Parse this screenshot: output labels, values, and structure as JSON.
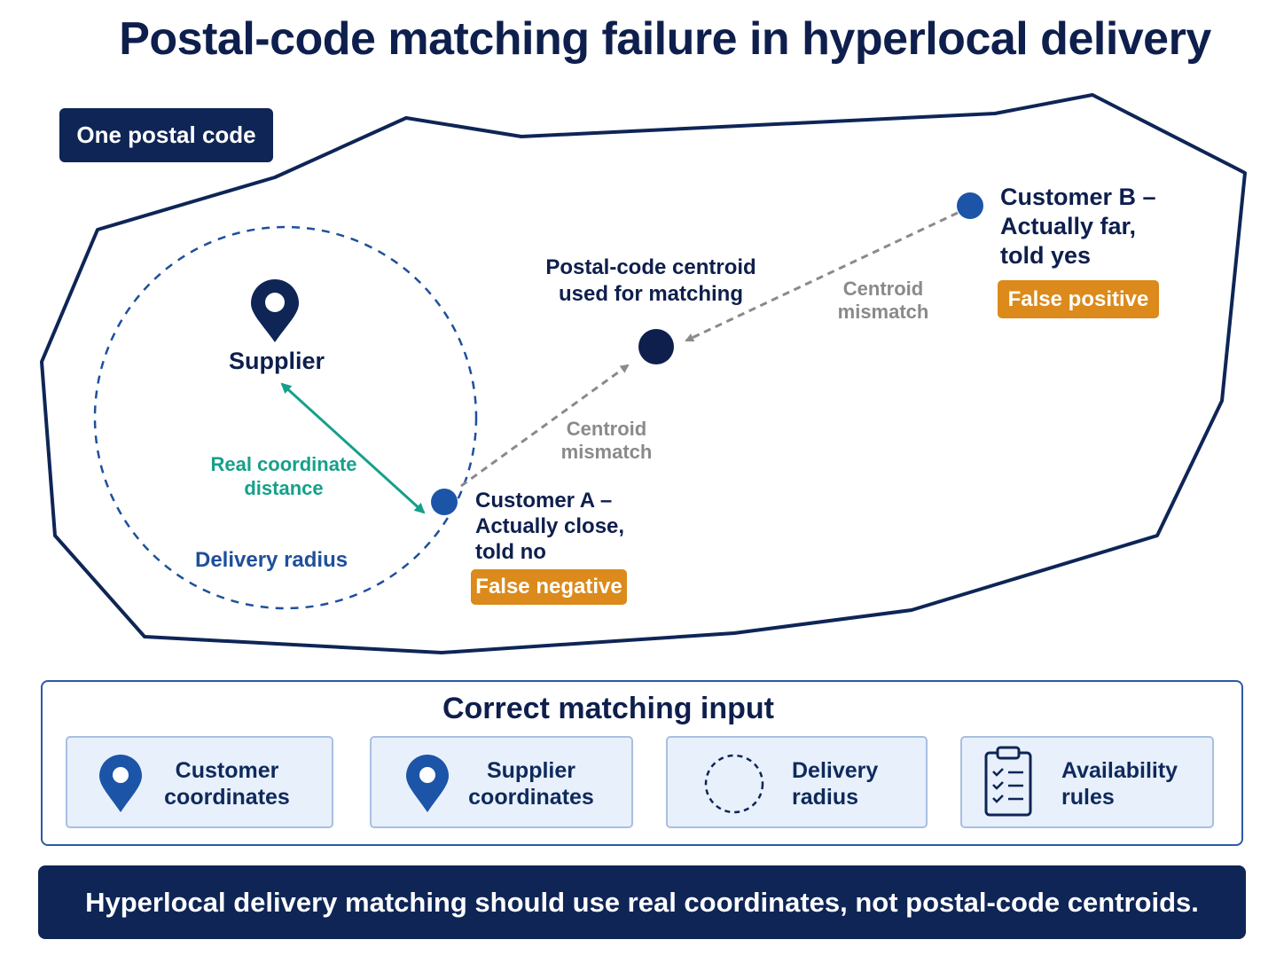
{
  "title": "Postal-code matching failure in hyperlocal delivery",
  "zone_badge": "One postal code",
  "diagram": {
    "supplier_label": "Supplier",
    "real_distance_label": [
      "Real coordinate",
      "distance"
    ],
    "delivery_radius_label": "Delivery radius",
    "centroid_label": [
      "Postal-code centroid",
      "used for matching"
    ],
    "mismatch_label_a": [
      "Centroid",
      "mismatch"
    ],
    "mismatch_label_b": [
      "Centroid",
      "mismatch"
    ],
    "customer_a": {
      "lines": [
        "Customer A –",
        "Actually close,",
        "told no"
      ],
      "tag": "False negative"
    },
    "customer_b": {
      "lines": [
        "Customer B –",
        "Actually far,",
        "told yes"
      ],
      "tag": "False positive"
    }
  },
  "panel": {
    "title": "Correct matching input",
    "cards": [
      {
        "icon": "pin-icon",
        "lines": [
          "Customer",
          "coordinates"
        ]
      },
      {
        "icon": "pin-icon",
        "lines": [
          "Supplier",
          "coordinates"
        ]
      },
      {
        "icon": "dashed-circle-icon",
        "lines": [
          "Delivery",
          "radius"
        ]
      },
      {
        "icon": "clipboard-checklist-icon",
        "lines": [
          "Availability",
          "rules"
        ]
      }
    ]
  },
  "footer": "Hyperlocal delivery matching should use real coordinates, not postal-code centroids.",
  "colors": {
    "navy": "#0e2556",
    "point_blue": "#1c54a8",
    "teal": "#16a08a",
    "orange": "#db8a1b",
    "gray": "#8a8a8a"
  }
}
